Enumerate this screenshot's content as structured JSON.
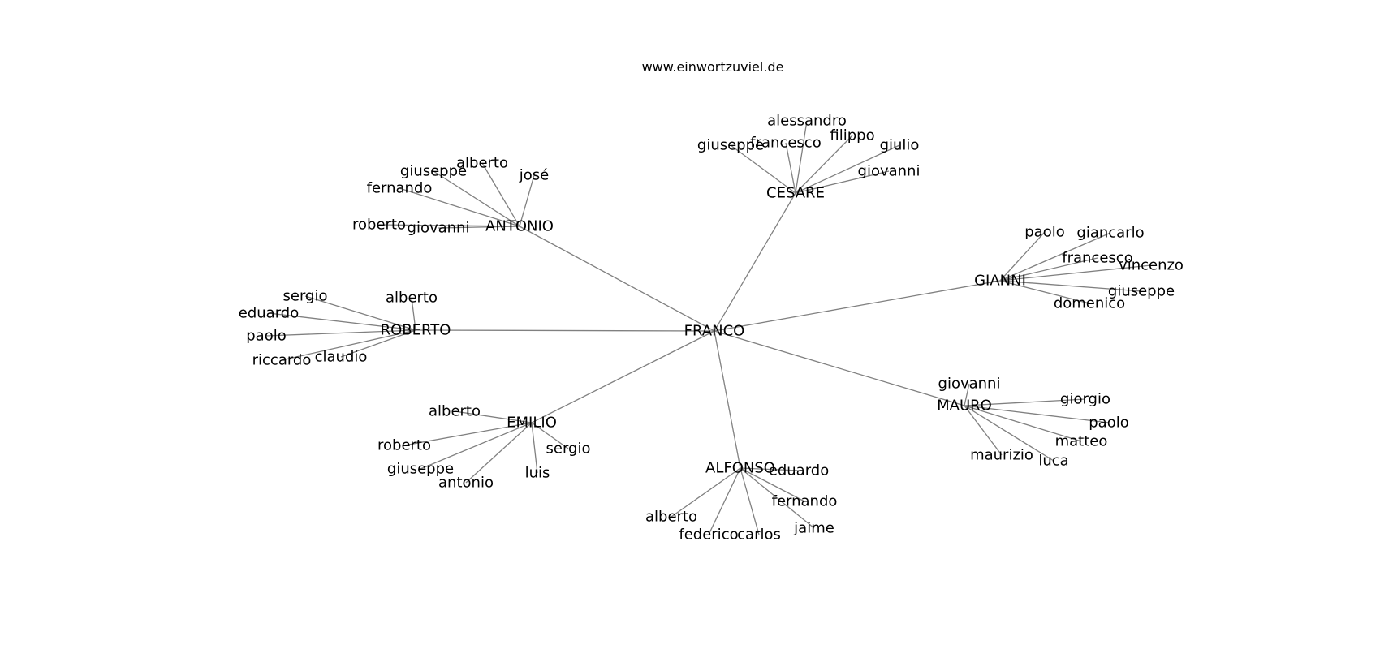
{
  "subtitle": "www.einwortzuviel.de",
  "colors": {
    "edge": "#808080",
    "text": "#000000",
    "background": "#ffffff"
  },
  "graph": {
    "center": "FRANCO",
    "hubs": [
      {
        "id": "cesare",
        "name": "CESARE",
        "leaves": [
          "alessandro",
          "francesco",
          "filippo",
          "giuseppe",
          "giulio",
          "giovanni"
        ]
      },
      {
        "id": "antonio",
        "name": "ANTONIO",
        "leaves": [
          "alberto",
          "giuseppe",
          "josé",
          "fernando",
          "roberto",
          "giovanni"
        ]
      },
      {
        "id": "gianni",
        "name": "GIANNI",
        "leaves": [
          "paolo",
          "giancarlo",
          "francesco",
          "vincenzo",
          "giuseppe",
          "domenico"
        ]
      },
      {
        "id": "roberto",
        "name": "ROBERTO",
        "leaves": [
          "sergio",
          "alberto",
          "eduardo",
          "paolo",
          "riccardo",
          "claudio"
        ]
      },
      {
        "id": "mauro",
        "name": "MAURO",
        "leaves": [
          "giovanni",
          "giorgio",
          "paolo",
          "matteo",
          "maurizio",
          "luca"
        ]
      },
      {
        "id": "emilio",
        "name": "EMILIO",
        "leaves": [
          "alberto",
          "roberto",
          "sergio",
          "giuseppe",
          "antonio",
          "luis"
        ]
      },
      {
        "id": "alfonso",
        "name": "ALFONSO",
        "leaves": [
          "eduardo",
          "fernando",
          "alberto",
          "jaime",
          "federico",
          "carlos"
        ]
      }
    ]
  }
}
